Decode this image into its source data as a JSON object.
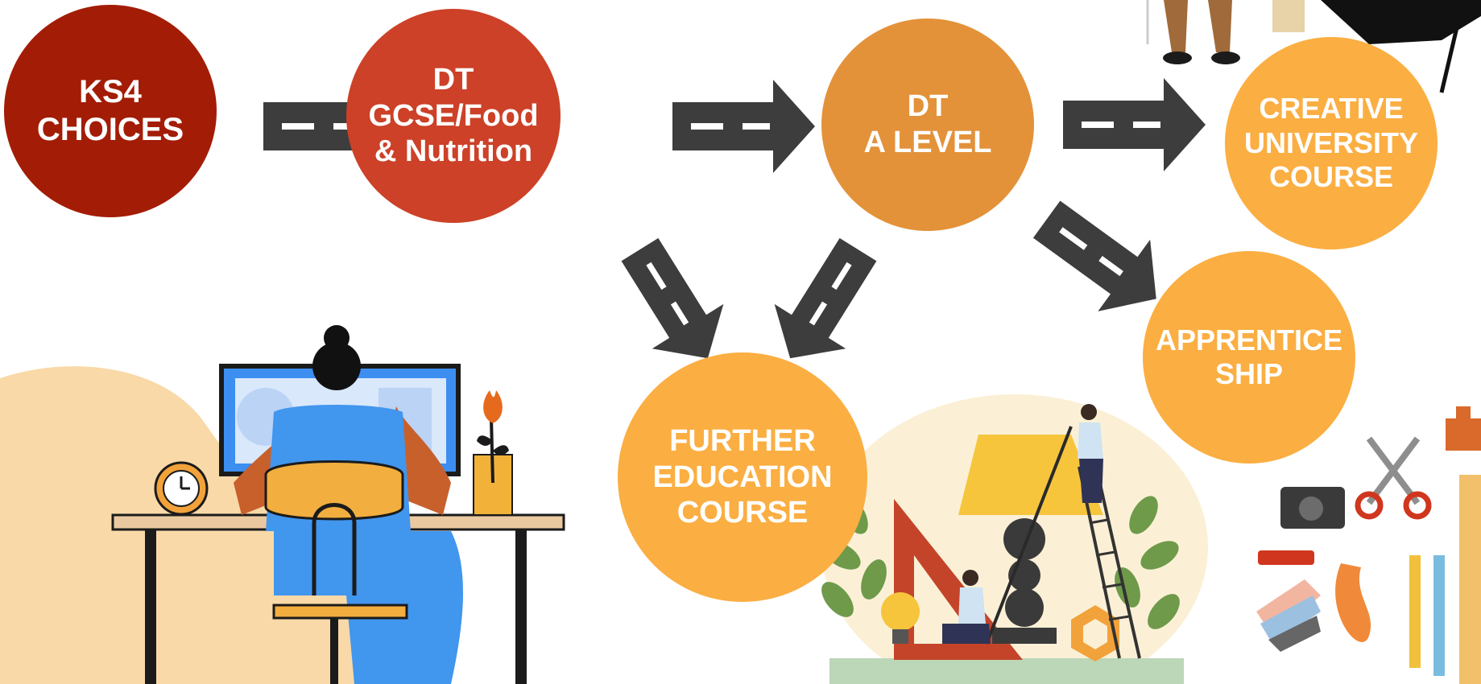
{
  "colors": {
    "ks4": "#A31C05",
    "gcse": "#CC4127",
    "alevel": "#E3923A",
    "light": "#FBAE42",
    "arrow": "#3D3D3D",
    "arrow_dash": "#FFFFFF",
    "blob": "#F9D9A8"
  },
  "nodes": {
    "ks4": {
      "lines": [
        "KS4",
        "CHOICES"
      ]
    },
    "gcse": {
      "lines": [
        "DT",
        "GCSE/Food",
        "& Nutrition"
      ]
    },
    "alevel": {
      "lines": [
        "DT",
        "A LEVEL"
      ]
    },
    "university": {
      "lines": [
        "CREATIVE",
        "UNIVERSITY",
        "COURSE"
      ]
    },
    "apprenticeship": {
      "lines": [
        "APPRENTICE",
        "SHIP"
      ]
    },
    "further": {
      "lines": [
        "FURTHER",
        "EDUCATION",
        "COURSE"
      ]
    }
  },
  "illustrations": [
    "person-at-computer",
    "designer-with-lamp",
    "design-tools",
    "graduate-figure"
  ]
}
